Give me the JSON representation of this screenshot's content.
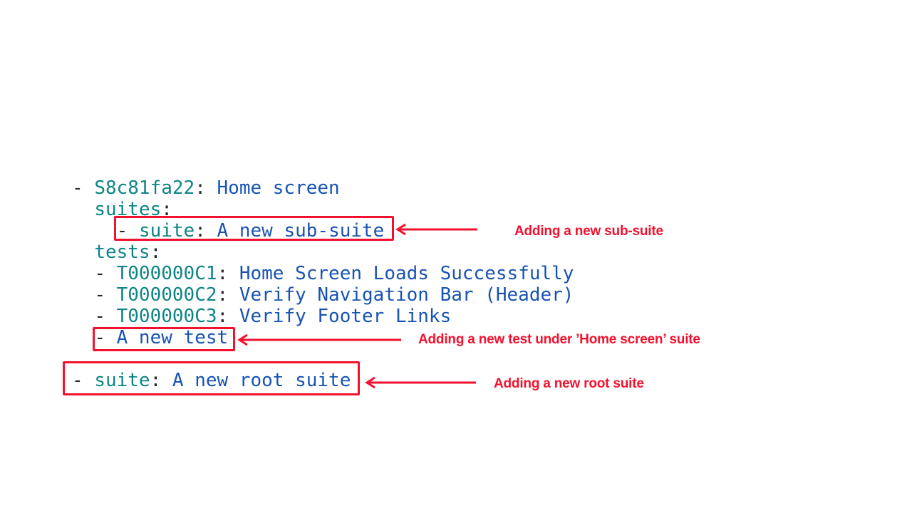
{
  "colors": {
    "background": "#ffffff",
    "key_teal": "#0e8585",
    "value_blue": "#1853b4",
    "punctuation": "#262626",
    "accent_red": "#f2112e"
  },
  "code": {
    "language": "yaml",
    "lines": [
      {
        "tokens": [
          {
            "type": "punct",
            "text": "- "
          },
          {
            "type": "key",
            "text": "S8c81fa22"
          },
          {
            "type": "punct",
            "text": ": "
          },
          {
            "type": "value",
            "text": "Home screen"
          }
        ]
      },
      {
        "tokens": [
          {
            "type": "plain",
            "text": "  "
          },
          {
            "type": "key",
            "text": "suites"
          },
          {
            "type": "punct",
            "text": ":"
          }
        ]
      },
      {
        "tokens": [
          {
            "type": "plain",
            "text": "    "
          },
          {
            "type": "punct",
            "text": "- "
          },
          {
            "type": "key",
            "text": "suite"
          },
          {
            "type": "punct",
            "text": ": "
          },
          {
            "type": "value",
            "text": "A new sub-suite"
          }
        ]
      },
      {
        "tokens": [
          {
            "type": "plain",
            "text": "  "
          },
          {
            "type": "key",
            "text": "tests"
          },
          {
            "type": "punct",
            "text": ":"
          }
        ]
      },
      {
        "tokens": [
          {
            "type": "plain",
            "text": "  "
          },
          {
            "type": "punct",
            "text": "- "
          },
          {
            "type": "key",
            "text": "T000000C1"
          },
          {
            "type": "punct",
            "text": ": "
          },
          {
            "type": "value",
            "text": "Home Screen Loads Successfully"
          }
        ]
      },
      {
        "tokens": [
          {
            "type": "plain",
            "text": "  "
          },
          {
            "type": "punct",
            "text": "- "
          },
          {
            "type": "key",
            "text": "T000000C2"
          },
          {
            "type": "punct",
            "text": ": "
          },
          {
            "type": "value",
            "text": "Verify Navigation Bar (Header)"
          }
        ]
      },
      {
        "tokens": [
          {
            "type": "plain",
            "text": "  "
          },
          {
            "type": "punct",
            "text": "- "
          },
          {
            "type": "key",
            "text": "T000000C3"
          },
          {
            "type": "punct",
            "text": ": "
          },
          {
            "type": "value",
            "text": "Verify Footer Links"
          }
        ]
      },
      {
        "tokens": [
          {
            "type": "plain",
            "text": "  "
          },
          {
            "type": "punct",
            "text": "- "
          },
          {
            "type": "value",
            "text": "A new test"
          }
        ]
      },
      {
        "tokens": []
      },
      {
        "tokens": [
          {
            "type": "punct",
            "text": "- "
          },
          {
            "type": "key",
            "text": "suite"
          },
          {
            "type": "punct",
            "text": ": "
          },
          {
            "type": "value",
            "text": "A new root suite"
          }
        ]
      }
    ]
  },
  "annotations": [
    {
      "label": "Adding a new sub-suite"
    },
    {
      "label": "Adding a new test under ’Home screen’ suite"
    },
    {
      "label": "Adding a new root suite"
    }
  ]
}
